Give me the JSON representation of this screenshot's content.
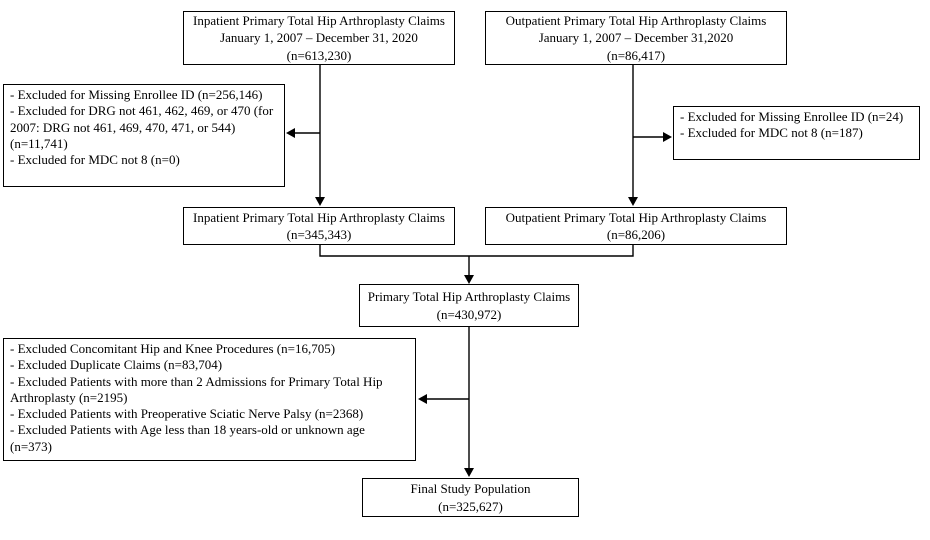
{
  "diagram": {
    "type": "study-flowchart",
    "line_color": "#000000",
    "box_border_color": "#000000",
    "background_color": "#ffffff",
    "boxes": {
      "inpatient_initial": {
        "title": "Inpatient Primary Total Hip Arthroplasty Claims",
        "dates": "January 1, 2007 – December 31, 2020",
        "n": "(n=613,230)"
      },
      "outpatient_initial": {
        "title": "Outpatient Primary Total Hip Arthroplasty Claims",
        "dates": "January 1, 2007 – December 31,2020",
        "n": "(n=86,417)"
      },
      "inpatient_exclusions": {
        "items": [
          "- Excluded for Missing Enrollee ID (n=256,146)",
          "- Excluded for DRG not 461, 462, 469, or 470 (for 2007: DRG not 461, 469, 470, 471, or 544) (n=11,741)",
          "- Excluded for MDC not 8 (n=0)"
        ]
      },
      "outpatient_exclusions": {
        "items": [
          "- Excluded for Missing Enrollee ID (n=24)",
          "- Excluded for MDC not 8 (n=187)"
        ]
      },
      "inpatient_filtered": {
        "title": "Inpatient Primary Total Hip Arthroplasty Claims",
        "n": "(n=345,343)"
      },
      "outpatient_filtered": {
        "title": "Outpatient Primary Total Hip Arthroplasty Claims",
        "n": "(n=86,206)"
      },
      "combined": {
        "title": "Primary Total Hip Arthroplasty Claims",
        "n": "(n=430,972)"
      },
      "combined_exclusions": {
        "items": [
          "- Excluded Concomitant Hip and Knee Procedures (n=16,705)",
          "- Excluded Duplicate Claims (n=83,704)",
          "- Excluded Patients with more than 2 Admissions for Primary Total Hip Arthroplasty (n=2195)",
          "- Excluded Patients with Preoperative Sciatic Nerve Palsy (n=2368)",
          "- Excluded Patients with Age less than 18 years-old or unknown age (n=373)"
        ]
      },
      "final_population": {
        "title": "Final Study Population",
        "n": "(n=325,627)"
      }
    }
  }
}
